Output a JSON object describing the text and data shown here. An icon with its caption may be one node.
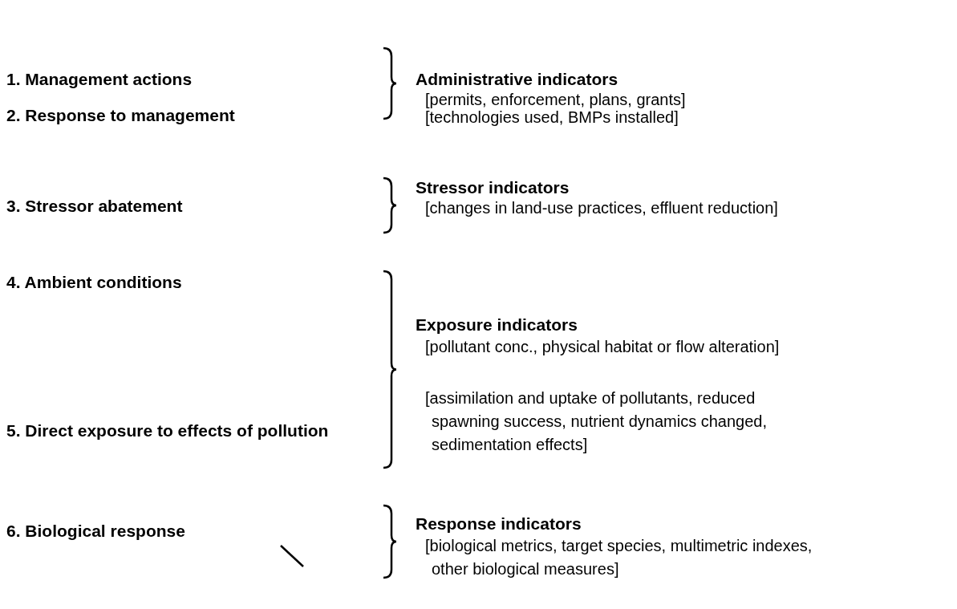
{
  "diagram": {
    "labels": [
      "1. Management actions",
      "Administrative indicators",
      "[permits, enforcement, plans, grants]",
      "2. Response to management",
      "[technologies used, BMPs installed]",
      "Stressor indicators",
      "3. Stressor abatement",
      "[changes in land-use practices, effluent reduction]",
      "4. Ambient conditions",
      "Exposure indicators",
      "[pollutant conc., physical habitat or flow alteration]",
      "[assimilation and uptake of pollutants, reduced spawning success, nutrient dynamics changed, sedimentation effects]",
      "5. Direct exposure to effects of pollution",
      "Response indicators",
      "6. Biological response",
      "[biological metrics, target species, multimetric indexes, other biological measures]"
    ]
  }
}
